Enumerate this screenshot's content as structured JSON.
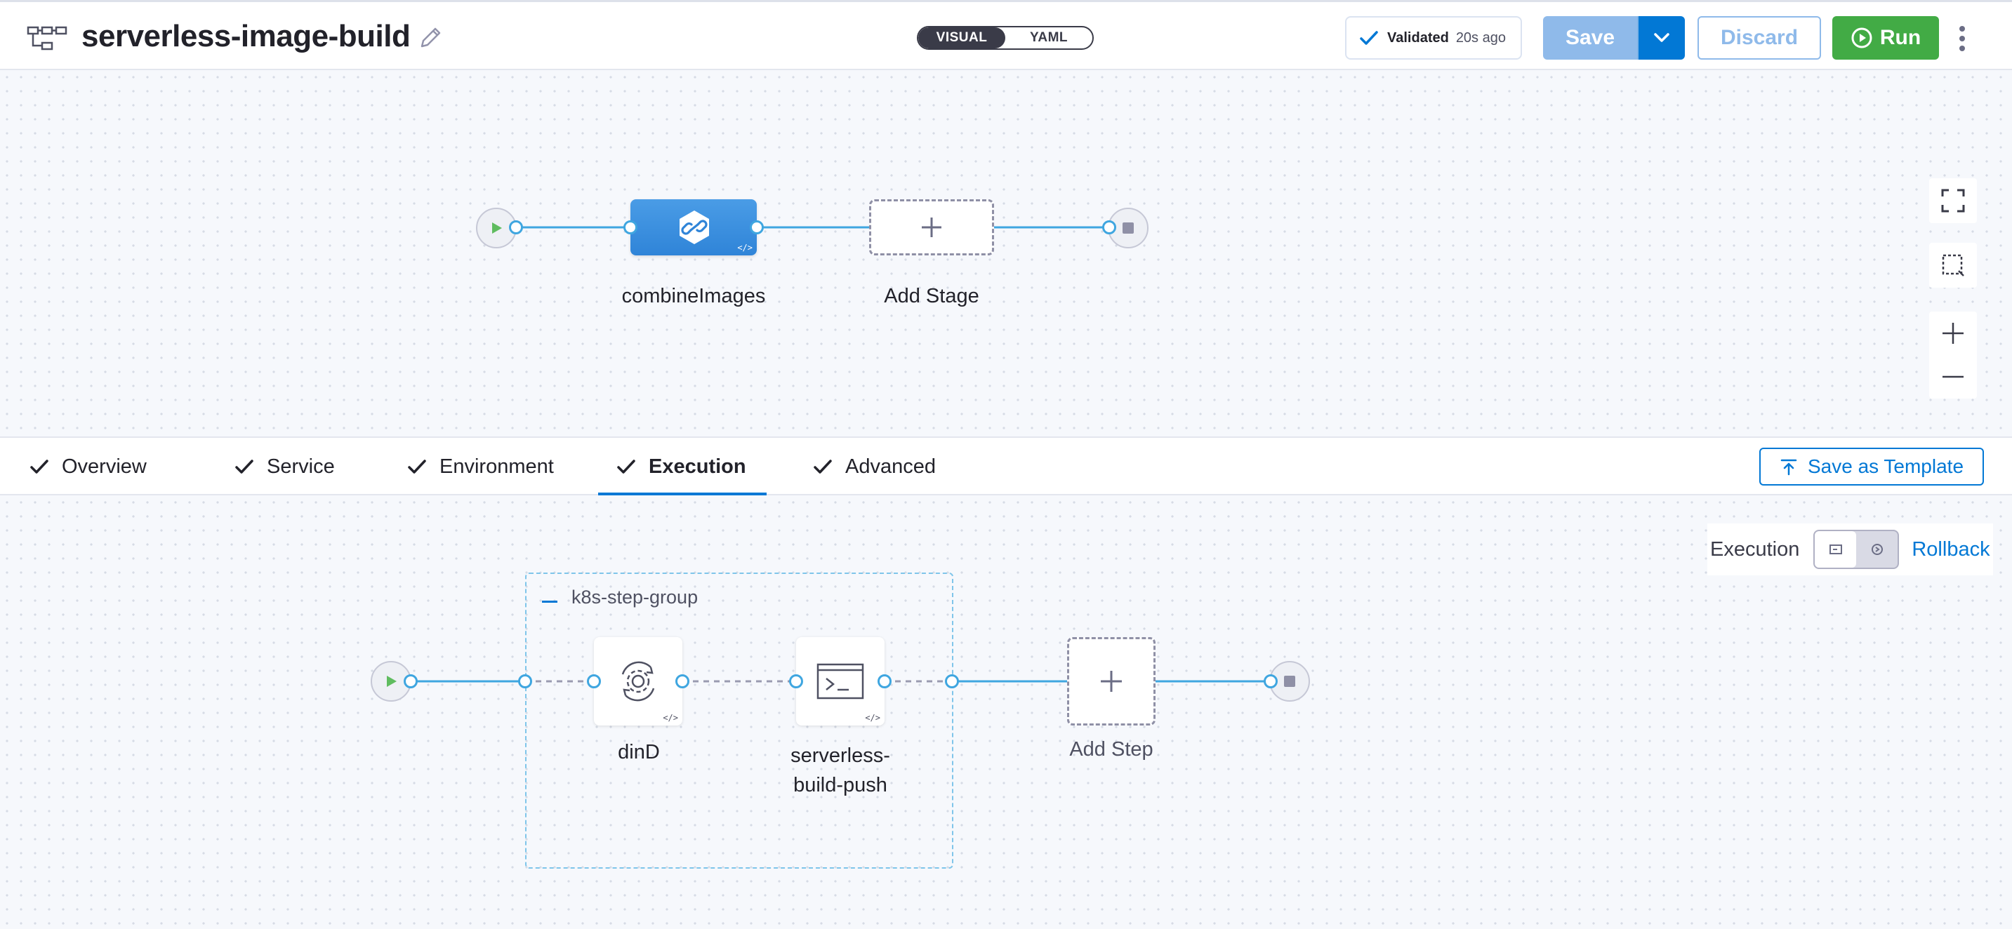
{
  "header": {
    "pipeline_name": "serverless-image-build",
    "view_toggle": {
      "visual": "VISUAL",
      "yaml": "YAML",
      "selected": "VISUAL"
    },
    "validation": {
      "label": "Validated",
      "time": "20s ago"
    },
    "save_label": "Save",
    "discard_label": "Discard",
    "run_label": "Run"
  },
  "pipeline_graph": {
    "stages": [
      {
        "name": "combineImages",
        "icon": "link-stage-icon"
      }
    ],
    "add_stage_label": "Add Stage"
  },
  "tabs": [
    {
      "label": "Overview",
      "done": true
    },
    {
      "label": "Service",
      "done": true
    },
    {
      "label": "Environment",
      "done": true
    },
    {
      "label": "Execution",
      "done": true,
      "active": true
    },
    {
      "label": "Advanced",
      "done": true
    }
  ],
  "save_as_template_label": "Save as Template",
  "execution_view": {
    "execution_label": "Execution",
    "rollback_label": "Rollback",
    "step_group": {
      "name": "k8s-step-group",
      "steps": [
        {
          "name": "dinD",
          "icon": "gear-sync-icon"
        },
        {
          "name_line1": "serverless-",
          "name_line2": "build-push",
          "icon": "terminal-icon"
        }
      ]
    },
    "add_step_label": "Add Step"
  },
  "colors": {
    "accent": "#0278d5",
    "stage_blue": "#3b8fe0",
    "run_green": "#42ab45",
    "save_disabled": "#8fbaea",
    "connector": "#3fa6e0"
  }
}
